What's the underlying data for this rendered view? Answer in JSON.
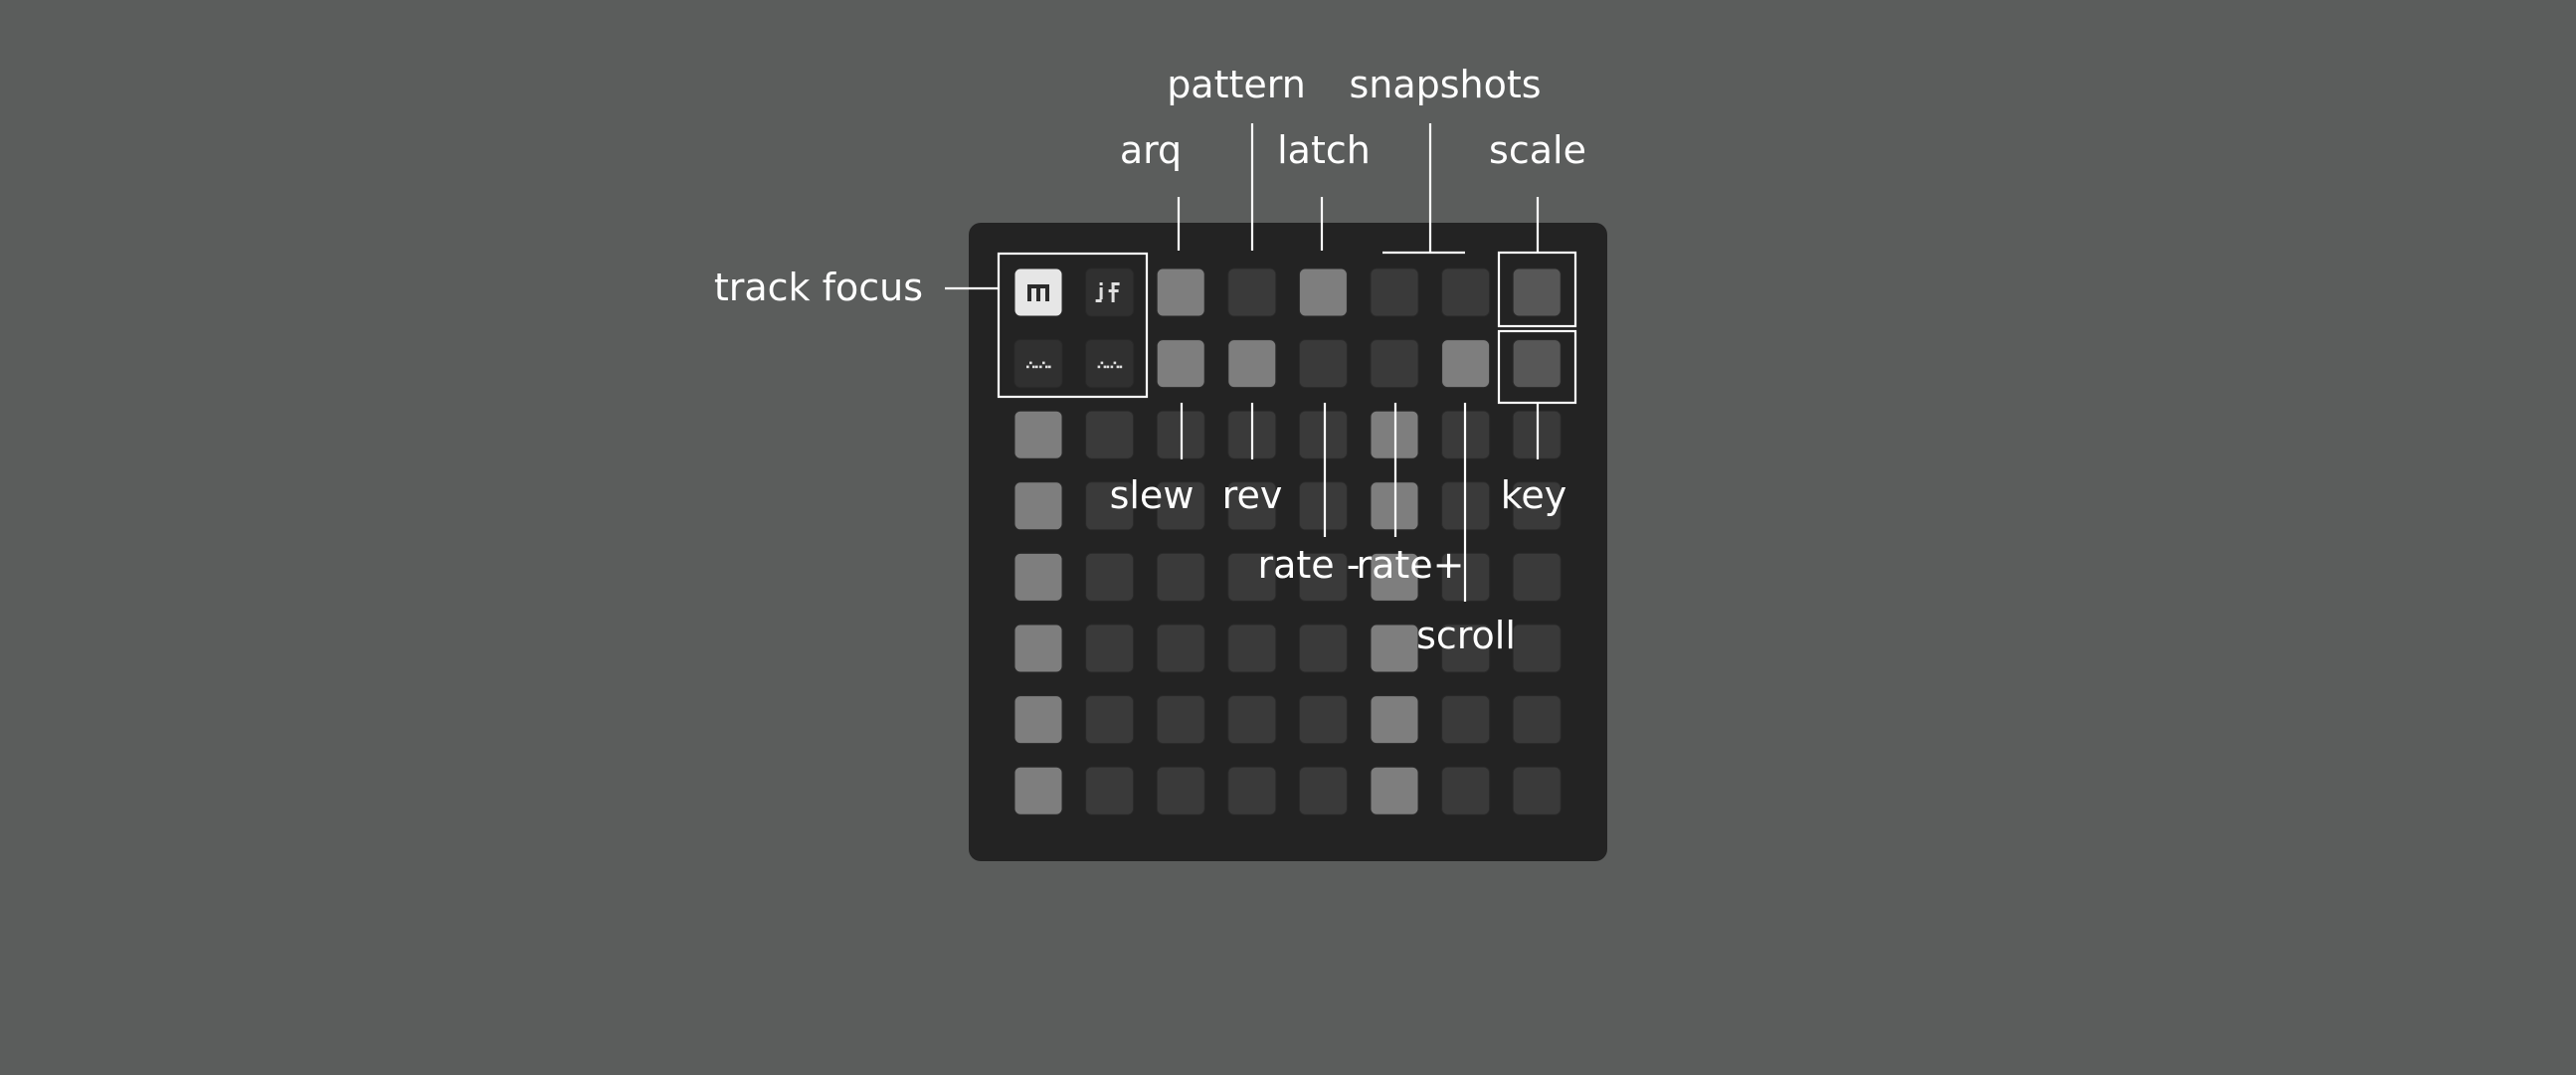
{
  "colors": {
    "page_background": "#5b5d5c",
    "device_background": "#232323",
    "pad_off": "#3a3a3a",
    "pad_on": "#7e7e7e",
    "pad_dim": "#575757",
    "pad_bright": "#e6e6e6",
    "pad_dark": "#303030",
    "line": "#ffffff"
  },
  "grid": {
    "rows": [
      [
        "bright",
        "dark",
        "on",
        "off",
        "on",
        "off",
        "off",
        "dim"
      ],
      [
        "dark",
        "dark",
        "on",
        "on",
        "off",
        "off",
        "on",
        "dim"
      ],
      [
        "on",
        "off",
        "off",
        "off",
        "off",
        "on",
        "off",
        "off"
      ],
      [
        "on",
        "off",
        "off",
        "off",
        "off",
        "on",
        "off",
        "off"
      ],
      [
        "on",
        "off",
        "off",
        "off",
        "off",
        "on",
        "off",
        "off"
      ],
      [
        "on",
        "off",
        "off",
        "off",
        "off",
        "on",
        "off",
        "off"
      ],
      [
        "on",
        "off",
        "off",
        "off",
        "off",
        "on",
        "off",
        "off"
      ],
      [
        "on",
        "off",
        "off",
        "off",
        "off",
        "on",
        "off",
        "off"
      ]
    ],
    "glyphs": [
      {
        "icon": "m-glyph-icon",
        "row": 0,
        "col": 0
      },
      {
        "icon": "jf-glyph-icon",
        "row": 0,
        "col": 1
      },
      {
        "icon": "wave-glyph-icon",
        "row": 1,
        "col": 0
      },
      {
        "icon": "wave-glyph-icon",
        "row": 1,
        "col": 1
      }
    ]
  },
  "labels": {
    "track_focus": "track focus",
    "pattern": "pattern",
    "snapshots": "snapshots",
    "arq": "arq",
    "latch": "latch",
    "scale": "scale",
    "slew": "slew",
    "rev": "rev",
    "key": "key",
    "rate_minus": "rate -",
    "rate_plus": "rate+",
    "scroll": "scroll"
  }
}
